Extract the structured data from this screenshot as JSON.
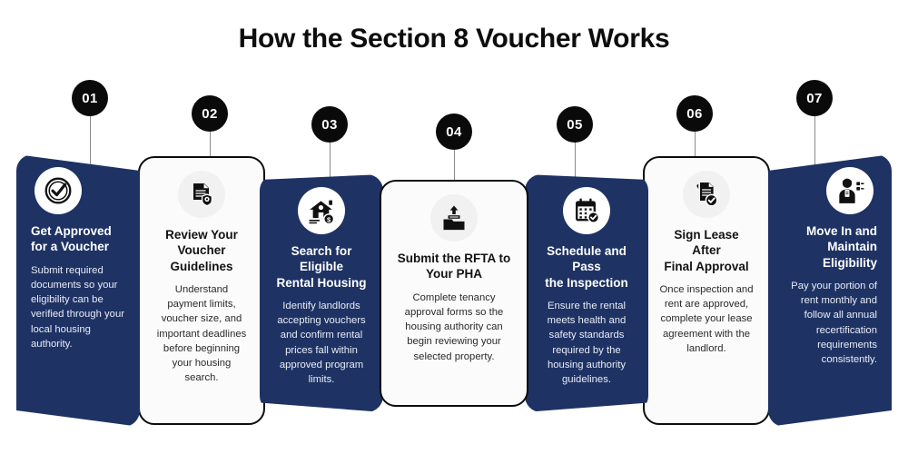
{
  "header": {
    "title": "How the Section 8 Voucher Works"
  },
  "theme": {
    "navy": "#1e3264",
    "badge_bg": "#0a0a0a",
    "badge_text": "#ffffff",
    "white_card_bg": "#fbfbfb",
    "white_card_border": "#0c0c0c",
    "page_bg": "#ffffff",
    "connector": "#8b8b8b"
  },
  "steps": [
    {
      "number": "01",
      "title": "Get Approved\nfor a Voucher",
      "body": "Submit required documents so your eligibility can be verified through your local housing authority.",
      "icon": "check-shield-icon",
      "style": "navy",
      "align": "left"
    },
    {
      "number": "02",
      "title": "Review Your\nVoucher Guidelines",
      "body": "Understand payment limits, voucher size, and important deadlines before beginning your housing search.",
      "icon": "document-shield-icon",
      "style": "white",
      "align": "center"
    },
    {
      "number": "03",
      "title": "Search for Eligible\nRental Housing",
      "body": "Identify landlords accepting vouchers and confirm rental prices fall within approved program limits.",
      "icon": "house-dollar-icon",
      "style": "navy",
      "align": "center"
    },
    {
      "number": "04",
      "title": "Submit the RFTA to\nYour PHA",
      "body": "Complete tenancy approval forms so the housing authority can begin reviewing your selected property.",
      "icon": "upload-folder-icon",
      "style": "white",
      "align": "center"
    },
    {
      "number": "05",
      "title": "Schedule and Pass\nthe Inspection",
      "body": "Ensure the rental meets health and safety standards required by the housing authority guidelines.",
      "icon": "calendar-check-icon",
      "style": "navy",
      "align": "center"
    },
    {
      "number": "06",
      "title": "Sign Lease After\nFinal Approval",
      "body": "Once inspection and rent are approved, complete your lease agreement with the landlord.",
      "icon": "contract-check-icon",
      "style": "white",
      "align": "center"
    },
    {
      "number": "07",
      "title": "Move In and\nMaintain Eligibility",
      "body": "Pay your portion of rent monthly and follow all annual recertification requirements consistently.",
      "icon": "person-checklist-icon",
      "style": "navy",
      "align": "right"
    }
  ]
}
